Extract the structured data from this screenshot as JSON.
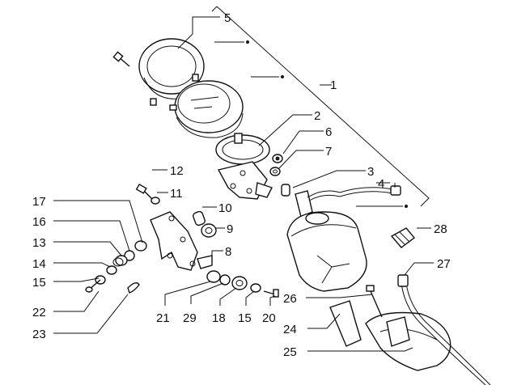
{
  "callouts": [
    {
      "id": "c1",
      "text": "1"
    },
    {
      "id": "c2",
      "text": "2"
    },
    {
      "id": "c3",
      "text": "3"
    },
    {
      "id": "c4",
      "text": "4"
    },
    {
      "id": "c5",
      "text": "5"
    },
    {
      "id": "c6",
      "text": "6"
    },
    {
      "id": "c7",
      "text": "7"
    },
    {
      "id": "c8",
      "text": "8"
    },
    {
      "id": "c9",
      "text": "9"
    },
    {
      "id": "c10",
      "text": "10"
    },
    {
      "id": "c11",
      "text": "11"
    },
    {
      "id": "c12",
      "text": "12"
    },
    {
      "id": "c13",
      "text": "13"
    },
    {
      "id": "c14",
      "text": "14"
    },
    {
      "id": "c15a",
      "text": "15"
    },
    {
      "id": "c15b",
      "text": "15"
    },
    {
      "id": "c16",
      "text": "16"
    },
    {
      "id": "c17",
      "text": "17"
    },
    {
      "id": "c18",
      "text": "18"
    },
    {
      "id": "c20",
      "text": "20"
    },
    {
      "id": "c21",
      "text": "21"
    },
    {
      "id": "c22",
      "text": "22"
    },
    {
      "id": "c23",
      "text": "23"
    },
    {
      "id": "c24",
      "text": "24"
    },
    {
      "id": "c25",
      "text": "25"
    },
    {
      "id": "c26",
      "text": "26"
    },
    {
      "id": "c27",
      "text": "27"
    },
    {
      "id": "c28",
      "text": "28"
    },
    {
      "id": "c29",
      "text": "29"
    }
  ]
}
